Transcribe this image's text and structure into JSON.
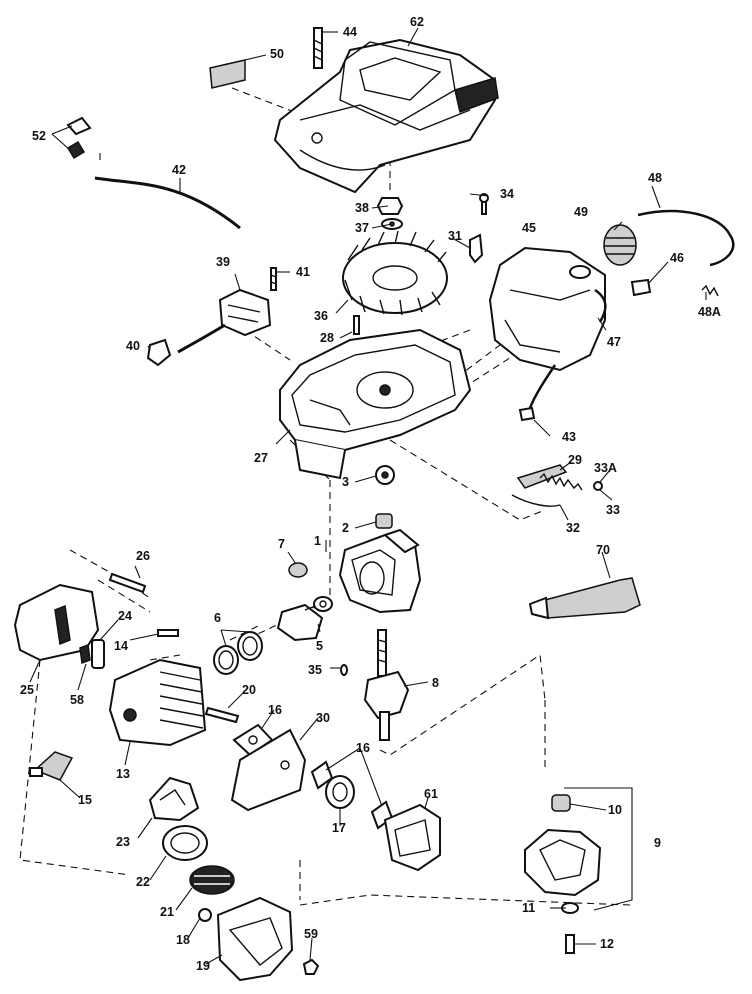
{
  "diagram": {
    "parts": [
      {
        "id": "1",
        "name": "part-1"
      },
      {
        "id": "2",
        "name": "part-2"
      },
      {
        "id": "3",
        "name": "part-3"
      },
      {
        "id": "5",
        "name": "part-5"
      },
      {
        "id": "6",
        "name": "part-6"
      },
      {
        "id": "7",
        "name": "part-7"
      },
      {
        "id": "8",
        "name": "part-8"
      },
      {
        "id": "9",
        "name": "part-9"
      },
      {
        "id": "10",
        "name": "part-10"
      },
      {
        "id": "11",
        "name": "part-11"
      },
      {
        "id": "12",
        "name": "part-12"
      },
      {
        "id": "13",
        "name": "part-13"
      },
      {
        "id": "14",
        "name": "part-14"
      },
      {
        "id": "15",
        "name": "part-15"
      },
      {
        "id": "16",
        "name": "part-16"
      },
      {
        "id": "17",
        "name": "part-17"
      },
      {
        "id": "18",
        "name": "part-18"
      },
      {
        "id": "19",
        "name": "part-19"
      },
      {
        "id": "20",
        "name": "part-20"
      },
      {
        "id": "21",
        "name": "part-21"
      },
      {
        "id": "22",
        "name": "part-22"
      },
      {
        "id": "23",
        "name": "part-23"
      },
      {
        "id": "24",
        "name": "part-24"
      },
      {
        "id": "25",
        "name": "part-25"
      },
      {
        "id": "26",
        "name": "part-26"
      },
      {
        "id": "27",
        "name": "part-27"
      },
      {
        "id": "28",
        "name": "part-28"
      },
      {
        "id": "29",
        "name": "part-29"
      },
      {
        "id": "30",
        "name": "part-30"
      },
      {
        "id": "31",
        "name": "part-31"
      },
      {
        "id": "32",
        "name": "part-32"
      },
      {
        "id": "33",
        "name": "part-33"
      },
      {
        "id": "33A",
        "name": "part-33a"
      },
      {
        "id": "34",
        "name": "part-34"
      },
      {
        "id": "35",
        "name": "part-35"
      },
      {
        "id": "36",
        "name": "part-36"
      },
      {
        "id": "37",
        "name": "part-37"
      },
      {
        "id": "38",
        "name": "part-38"
      },
      {
        "id": "39",
        "name": "part-39"
      },
      {
        "id": "40",
        "name": "part-40"
      },
      {
        "id": "41",
        "name": "part-41"
      },
      {
        "id": "42",
        "name": "part-42"
      },
      {
        "id": "43",
        "name": "part-43"
      },
      {
        "id": "44",
        "name": "part-44"
      },
      {
        "id": "45",
        "name": "part-45"
      },
      {
        "id": "46",
        "name": "part-46"
      },
      {
        "id": "47",
        "name": "part-47"
      },
      {
        "id": "48",
        "name": "part-48"
      },
      {
        "id": "48A",
        "name": "part-48a"
      },
      {
        "id": "49",
        "name": "part-49"
      },
      {
        "id": "50",
        "name": "part-50"
      },
      {
        "id": "52",
        "name": "part-52"
      },
      {
        "id": "58",
        "name": "part-58"
      },
      {
        "id": "59",
        "name": "part-59"
      },
      {
        "id": "61",
        "name": "part-61"
      },
      {
        "id": "62",
        "name": "part-62"
      },
      {
        "id": "70",
        "name": "part-70"
      }
    ]
  }
}
